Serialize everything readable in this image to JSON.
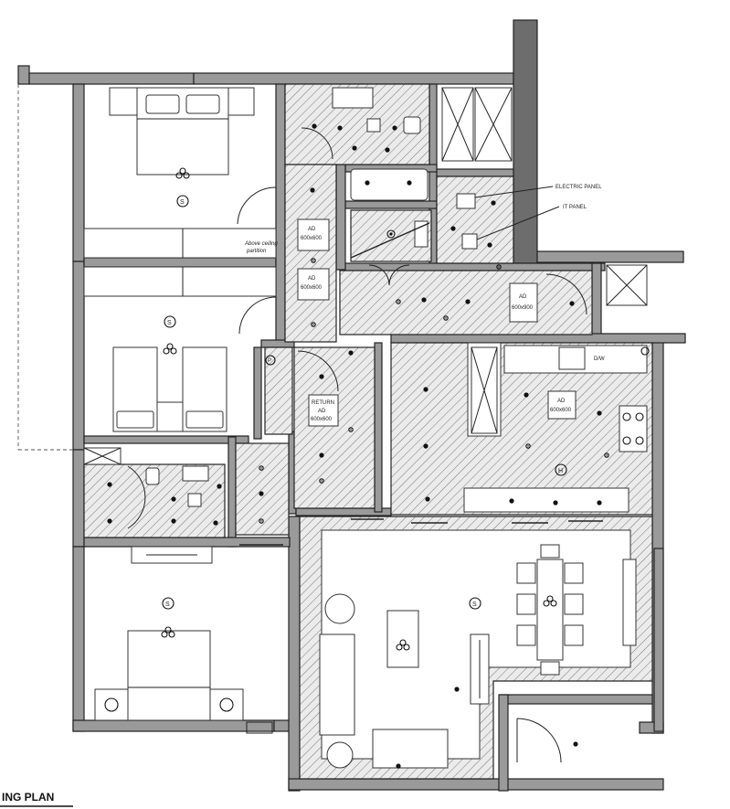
{
  "plan": {
    "title": "ING PLAN",
    "labels": {
      "electric_panel": "ELECTRIC PANEL",
      "it_panel": "IT PANEL",
      "above_ceiling_1": "Above ceiling",
      "above_ceiling_2": "partition",
      "ad": "AD",
      "size_600": "600x600",
      "size_900": "600x900",
      "return": "RETURN",
      "dw": "D/W",
      "sprinkler": "S",
      "heat": "H",
      "pocket": "P"
    }
  }
}
